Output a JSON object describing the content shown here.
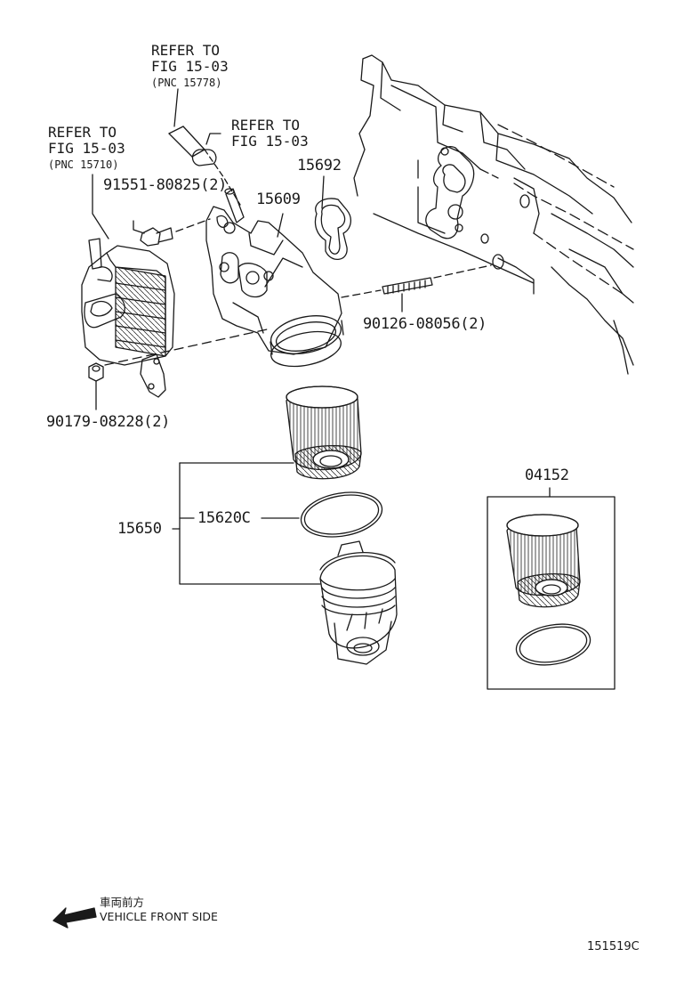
{
  "refs": [
    {
      "line1": "REFER TO",
      "line2": "FIG 15-03",
      "line3": "(PNC 15778)"
    },
    {
      "line1": "REFER TO",
      "line2": "FIG 15-03",
      "line3": "(PNC 15710)"
    },
    {
      "line1": "REFER TO",
      "line2": "FIG 15-03"
    }
  ],
  "parts": {
    "p15692": "15692",
    "p15609": "15609",
    "p91551": "91551-80825(2)",
    "p90126": "90126-08056(2)",
    "p90179": "90179-08228(2)",
    "p15650": "15650",
    "p15620c": "15620C",
    "p04152": "04152"
  },
  "front": {
    "jp": "車両前方",
    "en": "VEHICLE FRONT SIDE"
  },
  "diagram_code": "151519C"
}
